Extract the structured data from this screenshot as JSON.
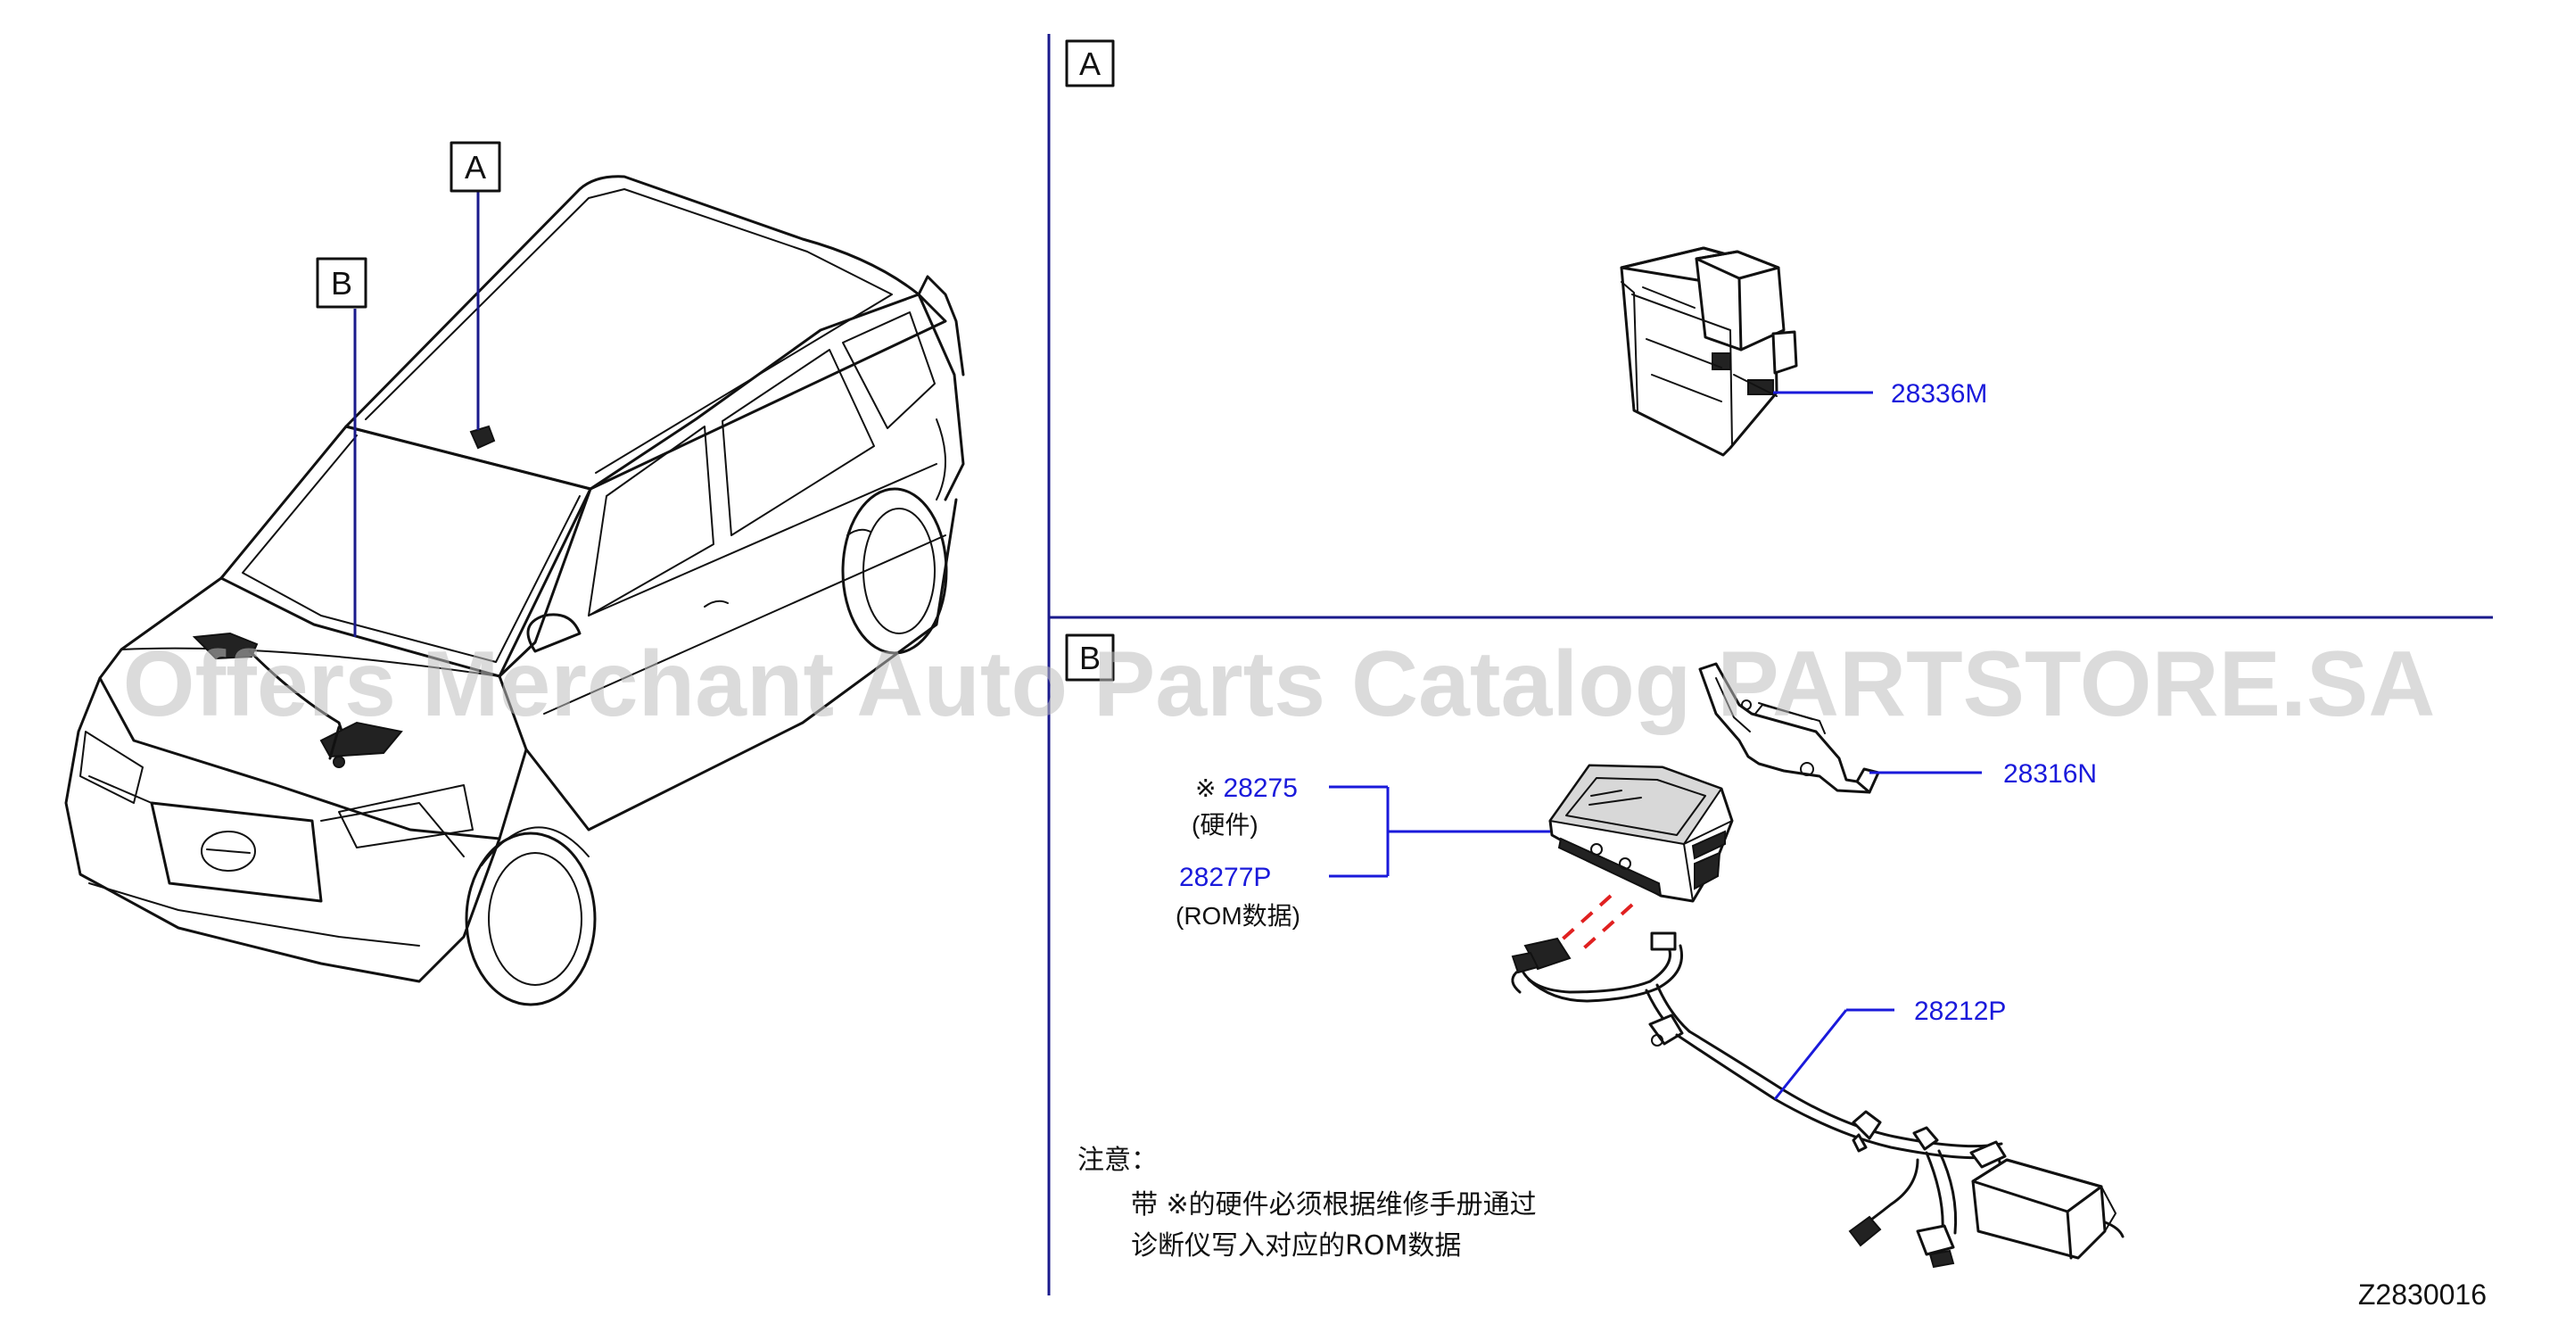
{
  "sections": {
    "a": {
      "label": "A"
    },
    "b": {
      "label": "B"
    }
  },
  "overview": {
    "callout_a": "A",
    "callout_b": "B"
  },
  "parts": {
    "p28336m": "28336M",
    "p28316n": "28316N",
    "p28275": "28275",
    "p28275_mark": "※",
    "p28275_sub": "(硬件)",
    "p28277p": "28277P",
    "p28277p_sub": "(ROM数据)",
    "p28212p": "28212P"
  },
  "note": {
    "title": "注意：",
    "line1": "带 ※的硬件必须根据维修手册通过",
    "line2": "诊断仪写入对应的ROM数据"
  },
  "diagram_id": "Z2830016",
  "watermark": "Offers Merchant Auto Parts Catalog PARTSTORE.SA",
  "colors": {
    "part_number": "#1a1adb",
    "divider": "#1a1a8c",
    "connector_dash": "#e02020",
    "ink": "#111111"
  }
}
